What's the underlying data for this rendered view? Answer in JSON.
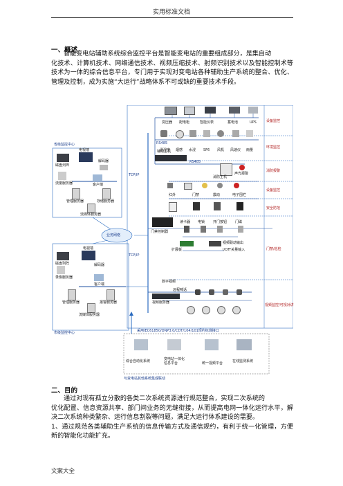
{
  "header": {
    "title": "实用标准文档"
  },
  "section1": {
    "heading": "一、概述",
    "line1": "智能变电站辅助系统综合监控平台是智能变电站的重要组成部分，是集自动",
    "body": "化技术、计算机技术、网络通信技术、视频压缩技术、射频识别技术以及智能控制术等技术为一体的综合信息平台，专门用于实现对变电站各种辅助生产系统的整合、优化、管理及控制，成为实施“大运行”战略体系不可或缺的重要技术手段。"
  },
  "diagram": {
    "top_devices": [
      "变压器",
      "配电柜",
      "智能仪表",
      "蓄电池",
      "UPS"
    ],
    "sensors": [
      "温湿度",
      "烟感",
      "水浸",
      "SF6",
      "风机",
      "风速仪",
      "雨量"
    ],
    "fire": [
      "消防主机",
      "声光报警"
    ],
    "security": [
      "红外",
      "门禁",
      "震动",
      "电子围栏"
    ],
    "door_row": [
      "门禁控制器",
      "读卡器",
      "电锁",
      "开门按钮",
      "门磁"
    ],
    "video": [
      "数字视频",
      "远程喊话",
      "视频服务器"
    ],
    "left_top_title": "省级监控中心",
    "left_top_items": [
      "磁盘列阵",
      "电视墙",
      "解码器",
      "流量服务器",
      "客户端",
      "管理服务器",
      "存储服务器",
      "流媒体服务器"
    ],
    "network": "业务网络",
    "left_bot_title": "市级监控中心",
    "left_bot_items": [
      "磁盘列阵",
      "电视墙",
      "解码器",
      "录像服务器",
      "客户端",
      "管理服务器",
      "报警服务器",
      "流媒体服务器"
    ],
    "tcpip": [
      "TCP/IP",
      "TCP/IP"
    ],
    "rs485": [
      "RS485",
      "RS485"
    ],
    "hub": "辅助主机",
    "categories": [
      "设备监控",
      "环境监控",
      "消防报警",
      "设备监控",
      "安全防范",
      "门禁/巡检",
      "视频监控/可视对讲"
    ],
    "io_labels": [
      "辅助接口",
      "扩展板",
      "视频联动输出",
      "I/O开关量输入"
    ],
    "bottom_protocol": "采用IEC61850/DNP3.0/CDT/104/101规约标准接口",
    "bottom_systems": [
      "综合自动化系统",
      "变电站一体化信息平台",
      "统一视频平台",
      "在线监测系统"
    ],
    "bottom_caption": "与变电站其他系统集成联动"
  },
  "section2": {
    "heading": "二、目的",
    "para1_line1": "通过对现有孤立分散的各类二次系统资源进行规范整合，实现二次系统的",
    "para1_rest": "优化配置、信息资源共享、部门间业务的无缝衔接，从而提高电网一体化运行水平，解决二次系统种类繁杂、运行信息割裂等问题，满足大运行体系建设的需要。",
    "para2": "1、通过规范各类辅助生产系统的信息传输方式及通信规约，有利于统一化管理，方便新的智能化功能扩充。"
  },
  "footer": {
    "text": "文案大全"
  }
}
